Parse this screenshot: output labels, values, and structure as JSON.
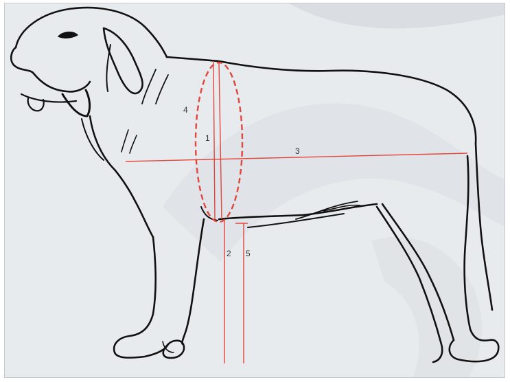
{
  "figure": {
    "subject": "dog-outline-side-view",
    "colors": {
      "background": "#e8ebee",
      "watermark": "#d6dade",
      "outline": "#111111",
      "measure_lines": "#e2453c"
    },
    "measurements": [
      {
        "label": "1"
      },
      {
        "label": "2"
      },
      {
        "label": "3"
      },
      {
        "label": "4"
      },
      {
        "label": "5"
      }
    ]
  }
}
